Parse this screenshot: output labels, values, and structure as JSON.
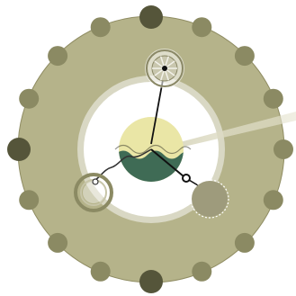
{
  "colors": {
    "background": "#ffffff",
    "ring": "#b5b38a",
    "ring_edge": "#8f8c62",
    "inner_field": "#ffffff",
    "inner_halo": "#d9d8c4",
    "peg_dark": "#55553a",
    "peg_mid": "#8b8a63",
    "sun": "#eae6a6",
    "sea": "#3f6b55",
    "arm": "#111111",
    "beam": "#d8d6bd"
  },
  "icons": {
    "top_knob": "pinwheel-icon",
    "left_knob": "ring-icon",
    "right_knob": "dotted-circle-icon",
    "center": "sun-over-sea-icon"
  },
  "pegs": [
    {
      "name": "peg-north",
      "tone": "dark"
    },
    {
      "name": "peg-nne",
      "tone": "mid"
    },
    {
      "name": "peg-ne",
      "tone": "mid"
    },
    {
      "name": "peg-ene",
      "tone": "mid"
    },
    {
      "name": "peg-east",
      "tone": "mid"
    },
    {
      "name": "peg-ese",
      "tone": "mid"
    },
    {
      "name": "peg-se",
      "tone": "mid"
    },
    {
      "name": "peg-sse",
      "tone": "mid"
    },
    {
      "name": "peg-south",
      "tone": "dark"
    },
    {
      "name": "peg-ssw",
      "tone": "mid"
    },
    {
      "name": "peg-sw",
      "tone": "mid"
    },
    {
      "name": "peg-wsw",
      "tone": "mid"
    },
    {
      "name": "peg-west",
      "tone": "dark"
    },
    {
      "name": "peg-wnw",
      "tone": "mid"
    },
    {
      "name": "peg-nw",
      "tone": "mid"
    },
    {
      "name": "peg-nnw",
      "tone": "mid"
    }
  ]
}
